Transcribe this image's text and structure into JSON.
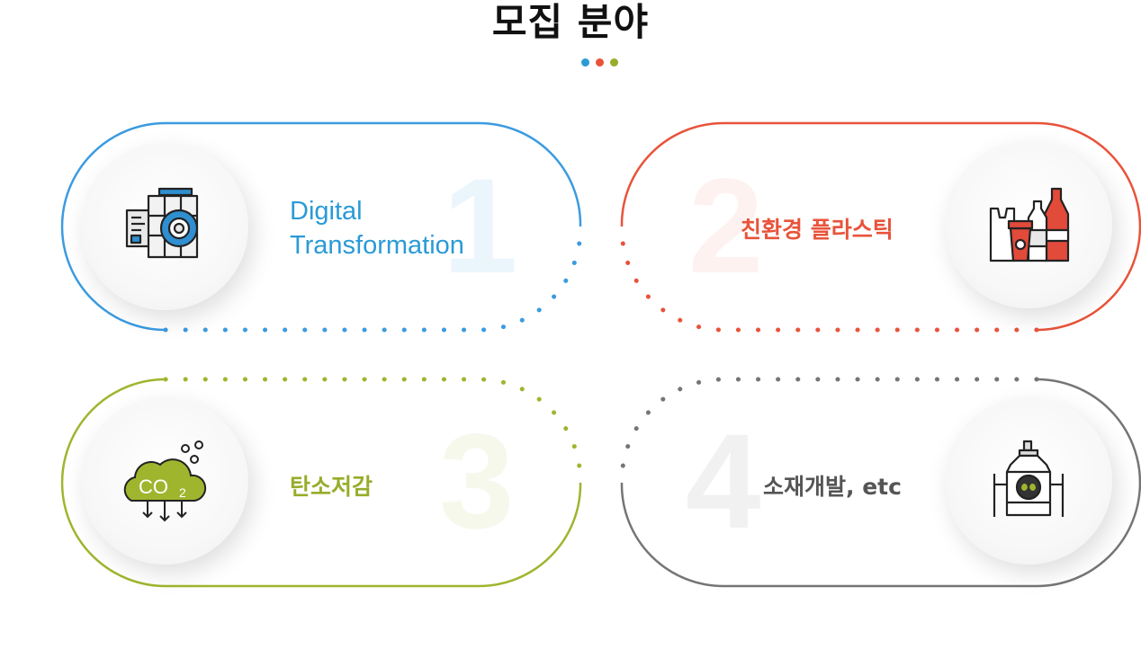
{
  "title": "모집 분야",
  "colors": {
    "blue": "#3b9be0",
    "red": "#e8533a",
    "green": "#9fb52e",
    "gray": "#757575",
    "blue_text": "#2b9ad6",
    "red_text": "#e8533a",
    "green_text": "#96ad2a",
    "gray_text": "#555555"
  },
  "fields": [
    {
      "number": "1",
      "label_line1": "Digital",
      "label_line2": "Transformation",
      "icon": "database-gear-icon"
    },
    {
      "number": "2",
      "label": "친환경 플라스틱",
      "icon": "plastic-bottles-icon"
    },
    {
      "number": "3",
      "label": "탄소저감",
      "icon": "co2-cloud-icon",
      "icon_text": "CO",
      "icon_sub": "2"
    },
    {
      "number": "4",
      "label": "소재개발, etc",
      "icon": "bioreactor-icon"
    }
  ]
}
